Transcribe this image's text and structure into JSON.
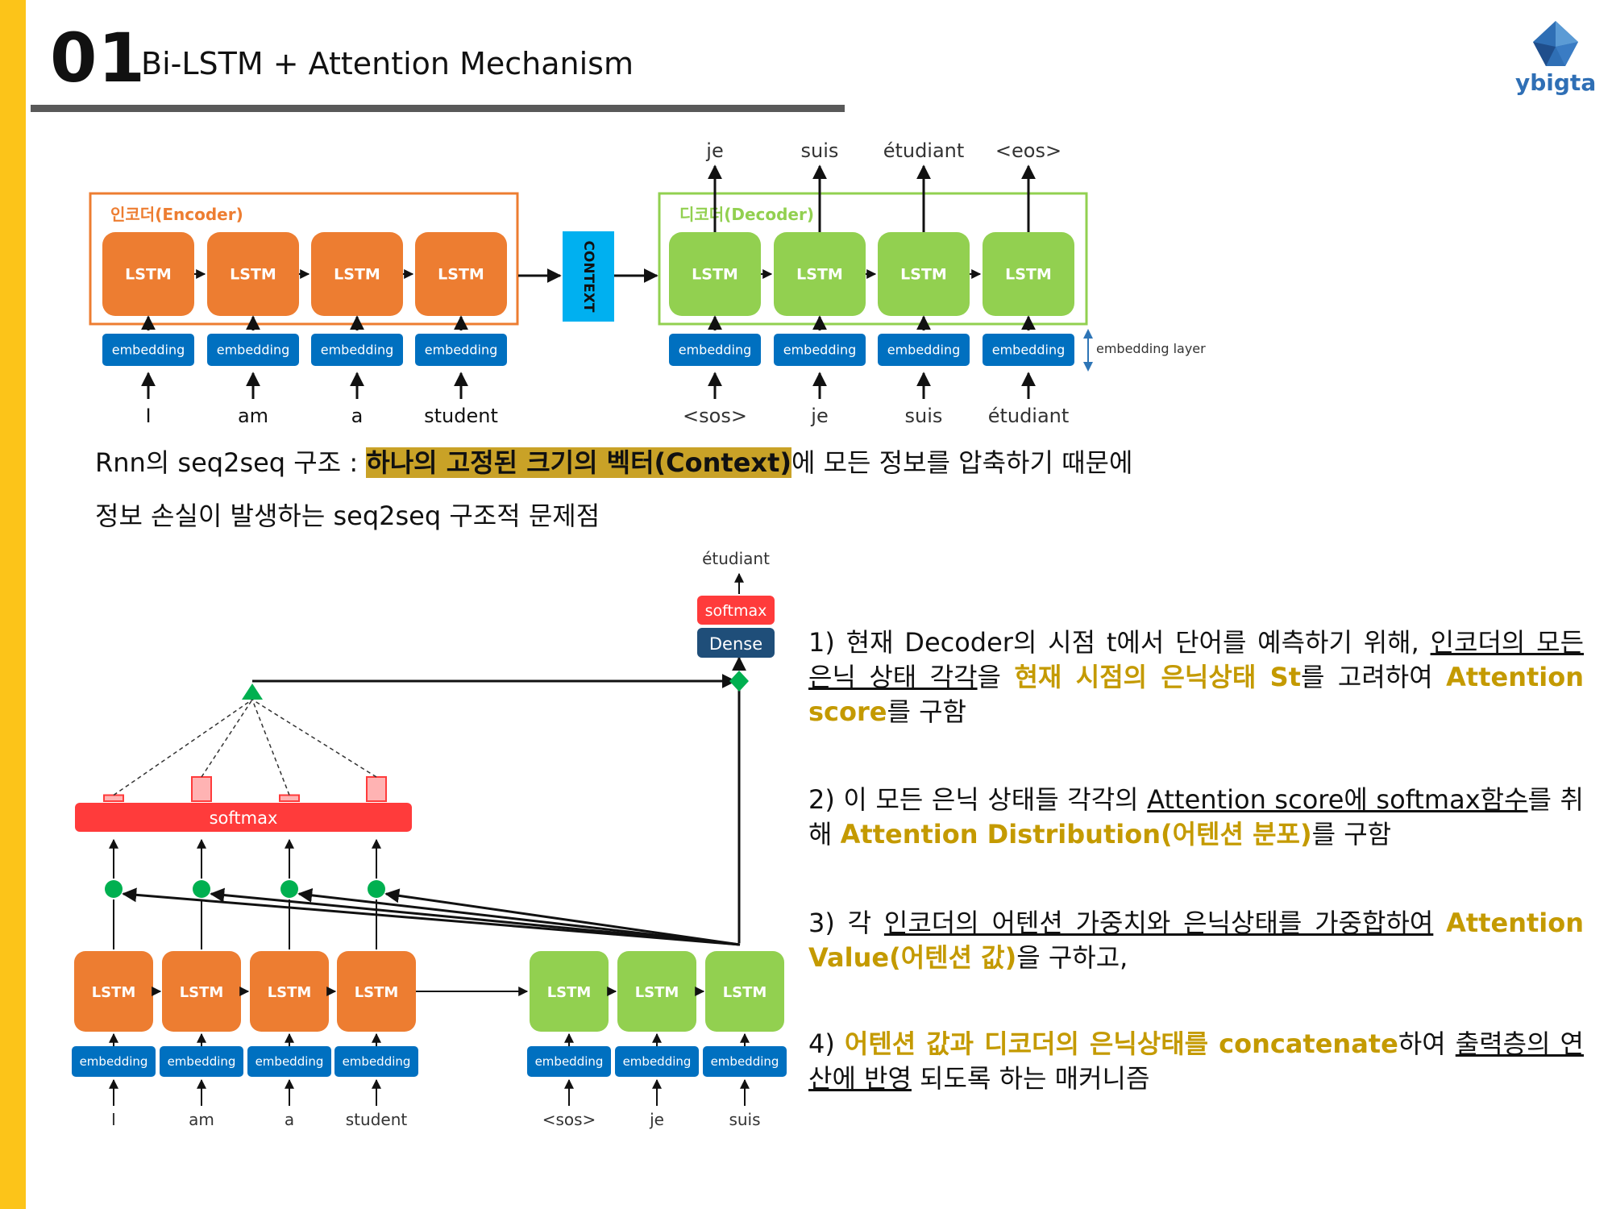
{
  "header": {
    "number": "01",
    "title": "Bi-LSTM + Attention Mechanism",
    "logo_text": "ybigta"
  },
  "top_diagram": {
    "encoder_label": "인코더(Encoder)",
    "decoder_label": "디코더(Decoder)",
    "context_label": "CONTEXT",
    "lstm_label": "LSTM",
    "embedding_label": "embedding",
    "embedding_layer_label": "embedding layer",
    "encoder_inputs": [
      "I",
      "am",
      "a",
      "student"
    ],
    "decoder_inputs": [
      "<sos>",
      "je",
      "suis",
      "étudiant"
    ],
    "decoder_outputs": [
      "je",
      "suis",
      "étudiant",
      "<eos>"
    ]
  },
  "caption": {
    "line1_prefix": "Rnn의 seq2seq 구조 : ",
    "line1_highlight": "하나의 고정된 크기의 벡터(Context)",
    "line1_suffix": "에 모든 정보를 압축하기 때문에",
    "line2": "정보 손실이 발생하는 seq2seq 구조적 문제점"
  },
  "bottom_diagram": {
    "output_word": "étudiant",
    "softmax_label": "softmax",
    "dense_label": "Dense",
    "attention_softmax_label": "softmax",
    "attention_distribution": [
      0.15,
      0.6,
      0.15,
      0.6
    ],
    "lstm_label": "LSTM",
    "embedding_label": "embedding",
    "encoder_inputs": [
      "I",
      "am",
      "a",
      "student"
    ],
    "decoder_inputs": [
      "<sos>",
      "je",
      "suis"
    ]
  },
  "steps": [
    {
      "segments": [
        {
          "t": "1) 현재 Decoder의 시점 t에서 단어를 예측하기 위해, "
        },
        {
          "t": "인코더의 모든 은닉 상태 각각",
          "s": "ul"
        },
        {
          "t": "을 "
        },
        {
          "t": "현재 시점의 은닉상태 St",
          "s": "gold"
        },
        {
          "t": "를 고려하여 "
        },
        {
          "t": "Attention score",
          "s": "gold"
        },
        {
          "t": "를 구함"
        }
      ]
    },
    {
      "segments": [
        {
          "t": "2) 이 모든 은닉 상태들 각각의 "
        },
        {
          "t": "Attention score에 softmax함수",
          "s": "ul"
        },
        {
          "t": "를 취해 "
        },
        {
          "t": "Attention Distribution(어텐션 분포)",
          "s": "gold"
        },
        {
          "t": "를 구함"
        }
      ]
    },
    {
      "segments": [
        {
          "t": "3) 각 "
        },
        {
          "t": "인코더의 어텐션 가중치와 은닉상태를 가중합하여",
          "s": "ul"
        },
        {
          "t": " "
        },
        {
          "t": "Attention Value(어텐션 값)",
          "s": "gold"
        },
        {
          "t": "을 구하고,"
        }
      ]
    },
    {
      "segments": [
        {
          "t": "4) "
        },
        {
          "t": "어텐션 값과 디코더의 은닉상태를 concatenate",
          "s": "gold"
        },
        {
          "t": "하여 "
        },
        {
          "t": "출력층의 연산에 반영",
          "s": "ul"
        },
        {
          "t": " 되도록 하는 매커니즘"
        }
      ]
    }
  ],
  "colors": {
    "encoder": "#ed7d31",
    "decoder": "#92d050",
    "embedding": "#0070c0",
    "context": "#00b0f0",
    "softmax": "#ff3b3b",
    "dense": "#1f4e79",
    "accent_bar": "#fcc419",
    "gold_text": "#c49a00",
    "highlight": "#c9a227"
  }
}
